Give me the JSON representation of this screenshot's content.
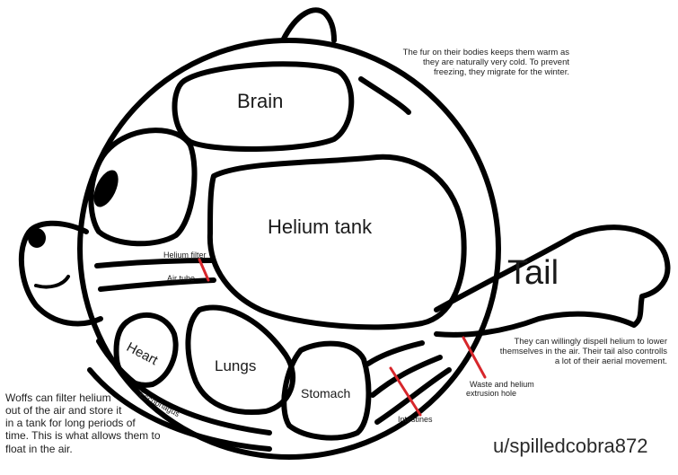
{
  "labels": {
    "brain": "Brain",
    "helium_tank": "Helium tank",
    "tail": "Tail",
    "helium_filter": "Helium filter",
    "air_tube": "Air tube",
    "heart": "Heart",
    "lungs": "Lungs",
    "stomach": "Stomach",
    "esophagus": "Escophagus",
    "intestines": "Intestines",
    "waste_line1": "Waste and helium",
    "waste_line2": "extrusion hole"
  },
  "notes": {
    "fur": [
      "The fur on their bodies keeps them warm as",
      "they are naturally very cold. To prevent",
      "freezing, they migrate for the winter."
    ],
    "tail": [
      "They can willingly dispell helium to lower",
      "themselves in the air. Their tail also controlls",
      "a lot of their aerial movement."
    ],
    "filter": [
      "Woffs can filter helium",
      "out of the air and store it",
      "in a tank for long periods of",
      "time. This is what allows them to",
      "float in the air."
    ]
  },
  "credit": "u/spilledcobra872",
  "colors": {
    "outline": "#000000",
    "pointer": "#d7262b",
    "fill": "#ffffff"
  }
}
